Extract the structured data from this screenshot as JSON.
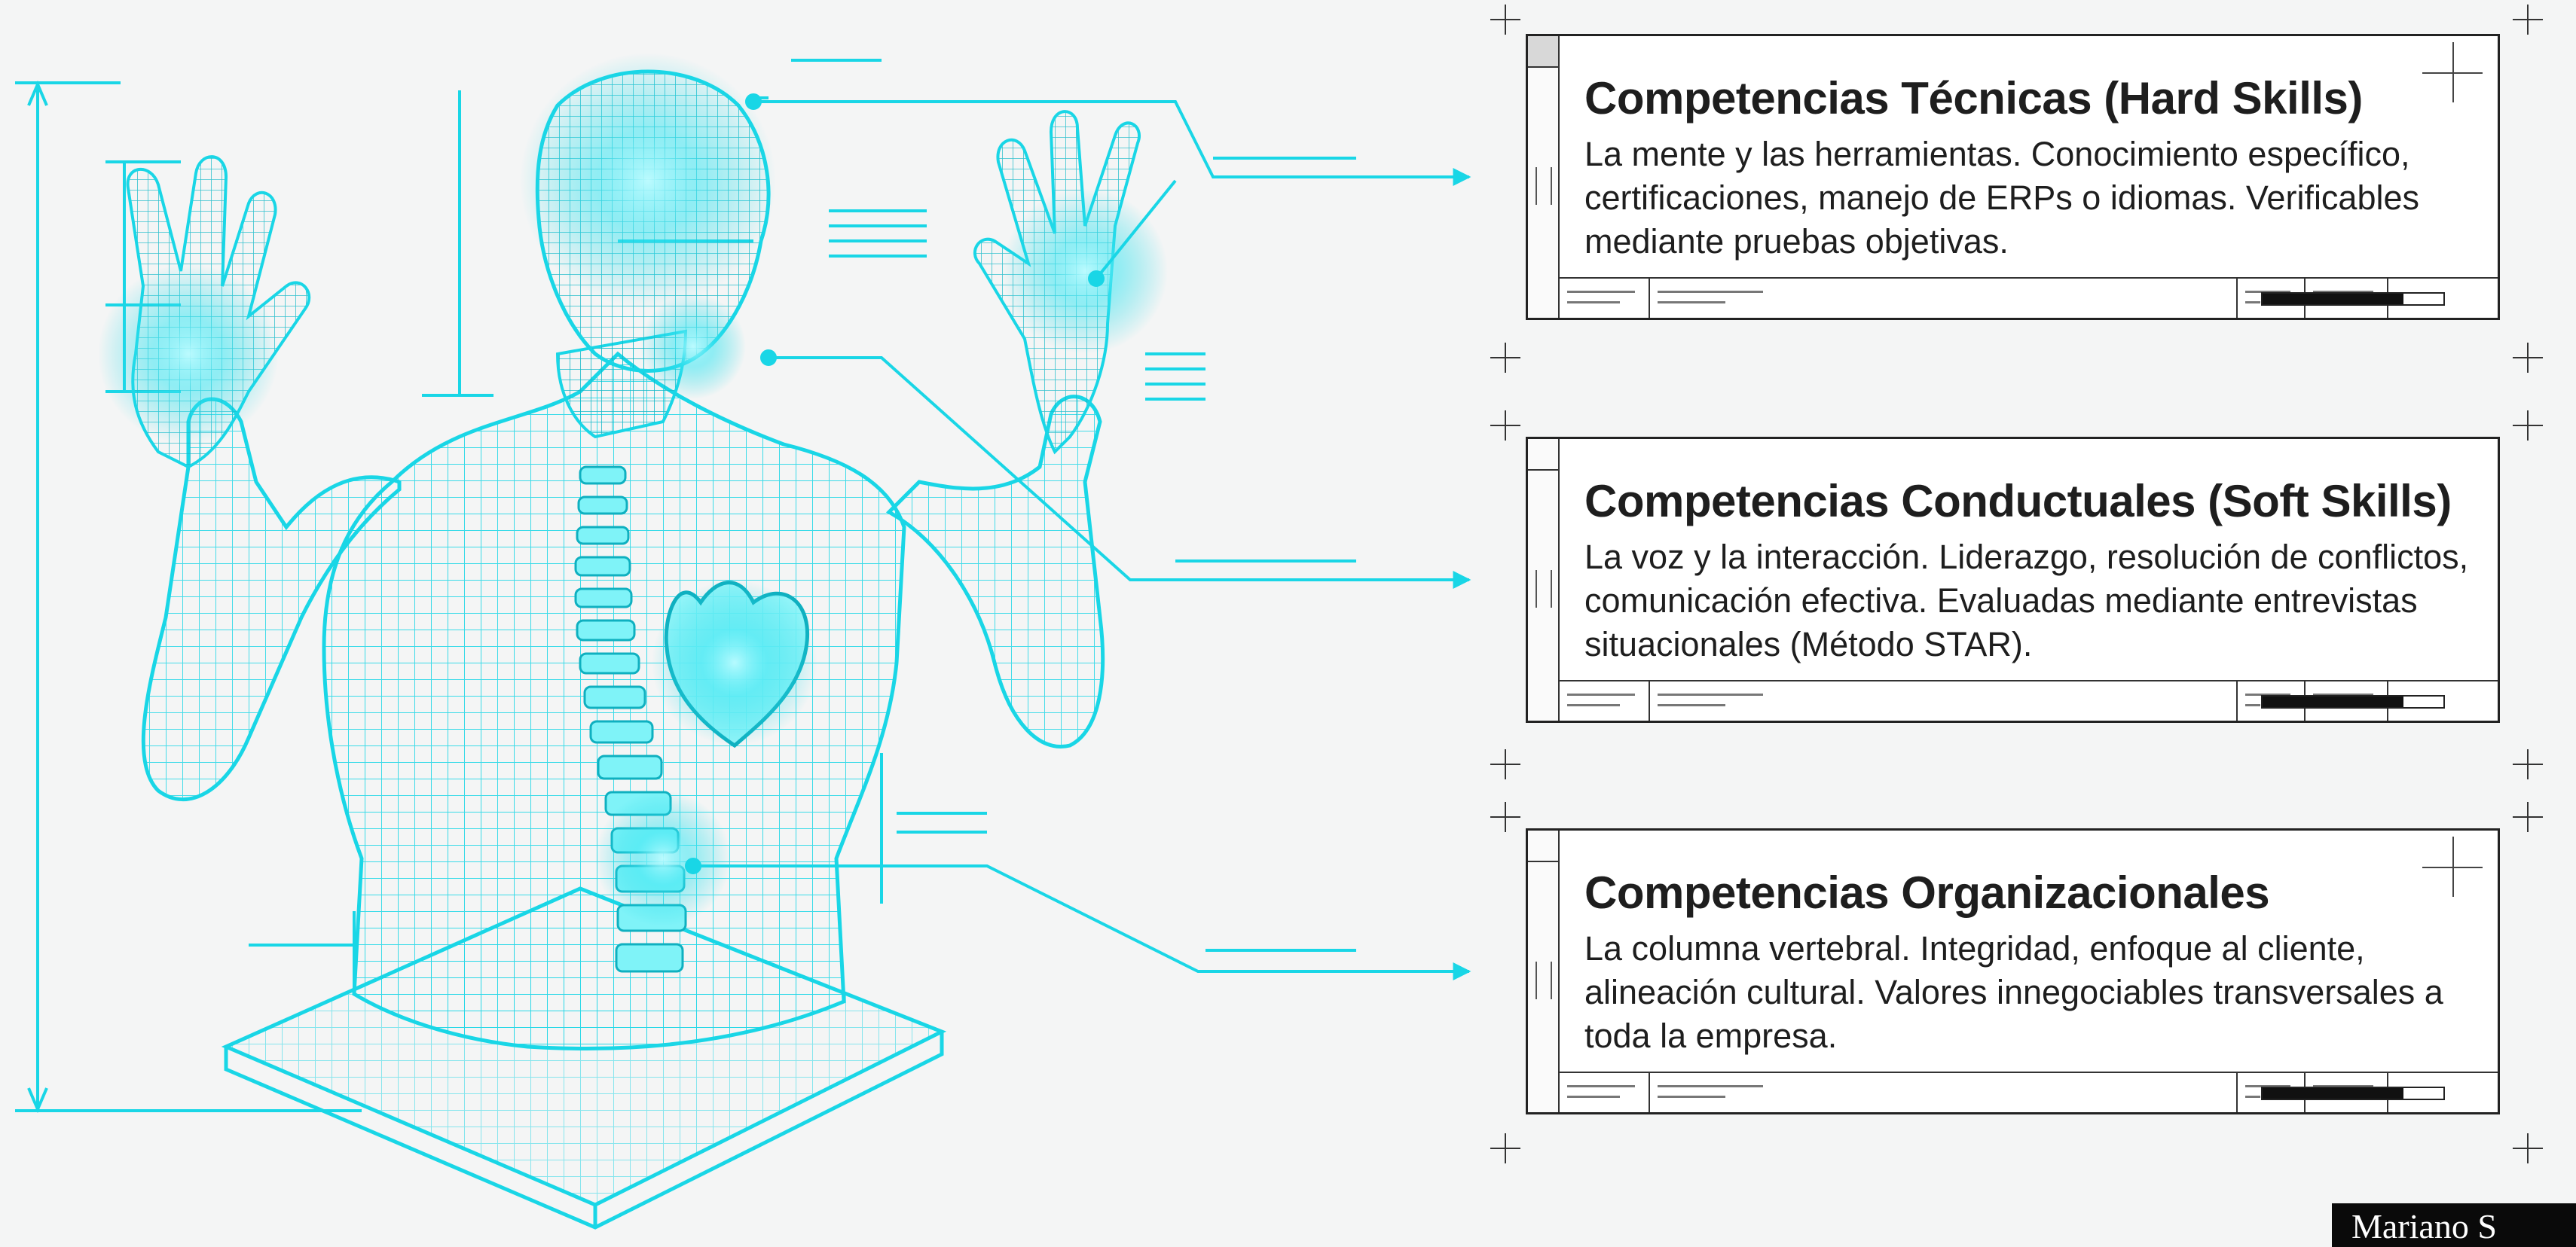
{
  "colors": {
    "accent": "#19d6e6",
    "glow": "#7ff3f8",
    "ink": "#1e1e1e",
    "background": "#f4f5f5"
  },
  "figure": {
    "subject": "wireframe-human-torso",
    "highlights": [
      "brain",
      "mouth",
      "hands",
      "heart",
      "spine"
    ]
  },
  "cards": [
    {
      "title": "Competencias Técnicas (Hard Skills)",
      "body": "La mente y las herramientas. Conocimiento específico, certificaciones, manejo de ERPs o idiomas. Verificables mediante pruebas objetivas."
    },
    {
      "title": "Competencias Conductuales (Soft Skills)",
      "body": "La voz y la interacción. Liderazgo, resolución de conflictos, comunicación efectiva. Evaluadas mediante entrevistas situacionales (Método STAR)."
    },
    {
      "title": "Competencias Organizacionales",
      "body": "La columna vertebral. Integridad, enfoque al cliente, alineación cultural. Valores innegociables transversales a toda la empresa."
    }
  ],
  "signature": "Mariano S"
}
